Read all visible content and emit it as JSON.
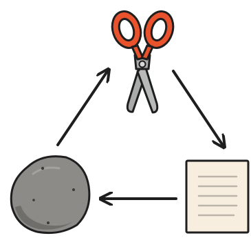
{
  "diagram": {
    "nodes": [
      {
        "id": "scissors",
        "icon": "scissors-icon"
      },
      {
        "id": "paper",
        "icon": "paper-icon"
      },
      {
        "id": "rock",
        "icon": "rock-icon"
      }
    ],
    "edges": [
      {
        "from": "rock",
        "to": "scissors"
      },
      {
        "from": "scissors",
        "to": "paper"
      },
      {
        "from": "paper",
        "to": "rock"
      }
    ],
    "colors": {
      "scissors_handle": "#e8522c",
      "scissors_blade": "#a9abab",
      "paper": "#f7eee0",
      "paper_lines": "#bcb4a8",
      "rock": "#8c8b87",
      "outline": "#1e1e1e"
    }
  }
}
